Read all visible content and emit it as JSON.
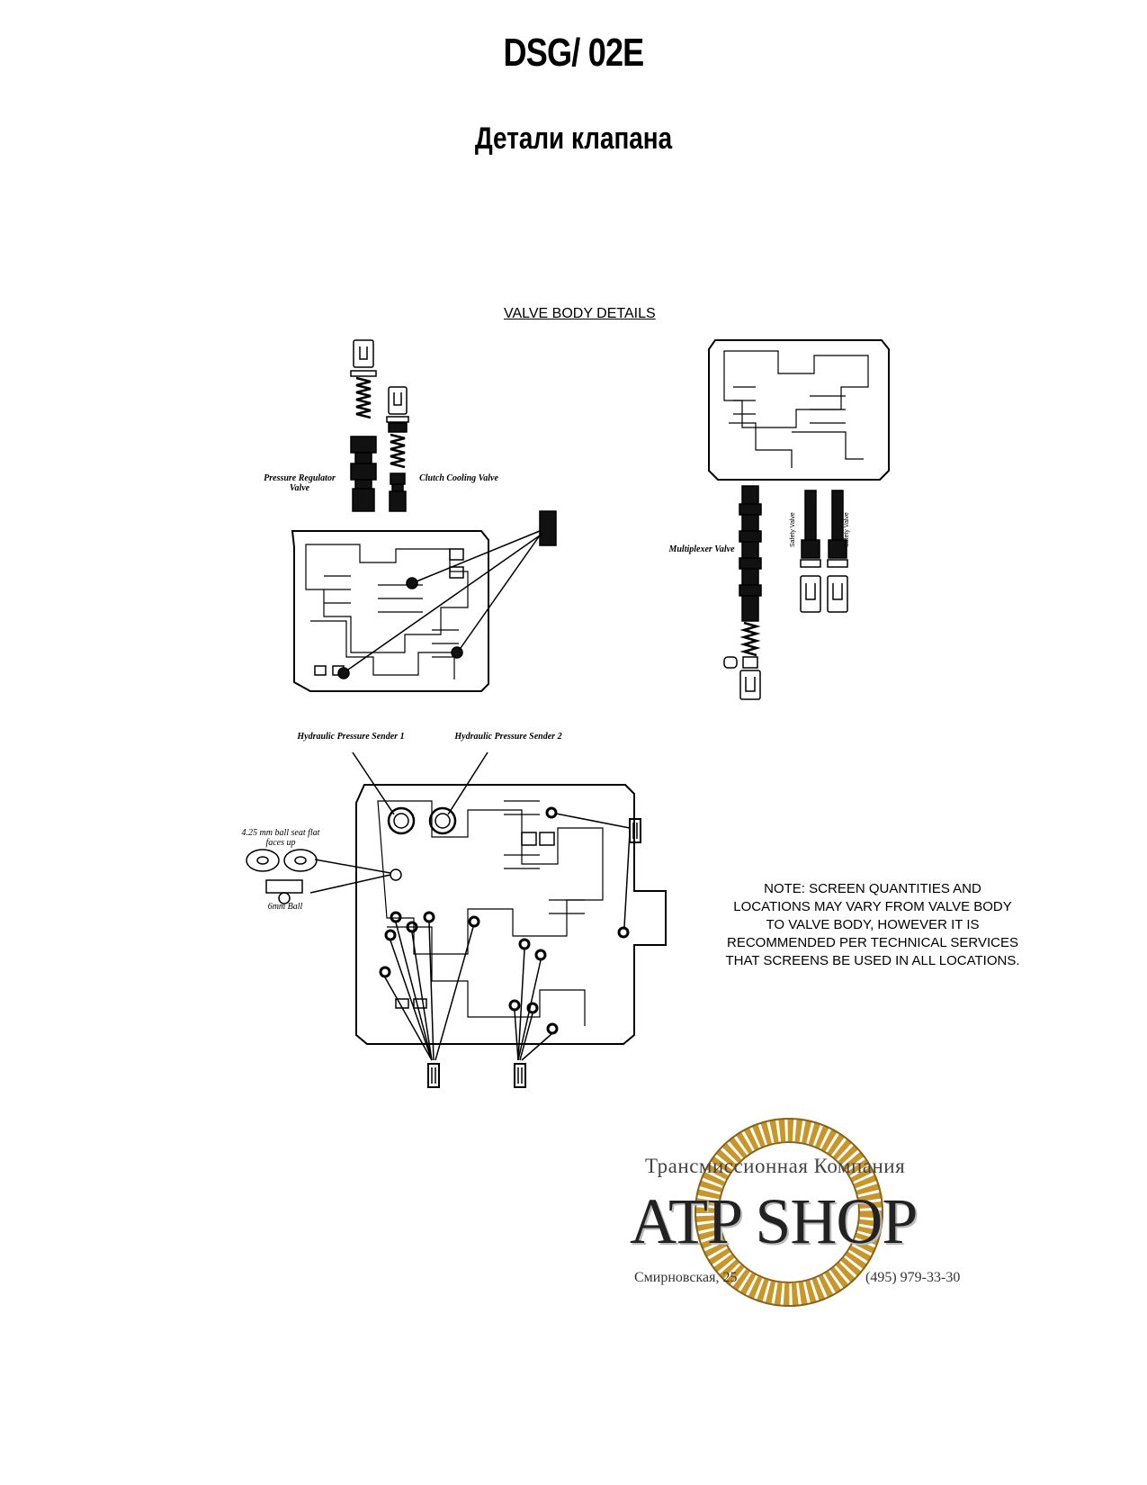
{
  "header": {
    "title": "DSG/ 02E",
    "subtitle": "Детали клапана"
  },
  "section_heading": "VALVE BODY DETAILS",
  "callouts": {
    "pressure_regulator": "Pressure Regulator Valve",
    "clutch_cooling": "Clutch Cooling Valve",
    "multiplexer": "Multiplexer Valve",
    "safety_valve_1": "Safety Valve",
    "safety_valve_2": "Safety Valve",
    "sender_1": "Hydraulic Pressure Sender 1",
    "sender_2": "Hydraulic Pressure Sender 2",
    "ball_seat": "4.25 mm ball seat flat faces up",
    "ball_6mm": "6mm Ball"
  },
  "note": "NOTE: SCREEN QUANTITIES AND LOCATIONS MAY VARY FROM VALVE BODY TO VALVE BODY, HOWEVER IT IS RECOMMENDED PER TECHNICAL SERVICES THAT SCREENS BE USED IN ALL LOCATIONS.",
  "logo": {
    "company": "Трансмиссионная Компания",
    "name": "ATP SHOP",
    "address": "Смирновская, 25",
    "phone": "(495) 979-33-30",
    "ring_color": "#c9962a"
  }
}
